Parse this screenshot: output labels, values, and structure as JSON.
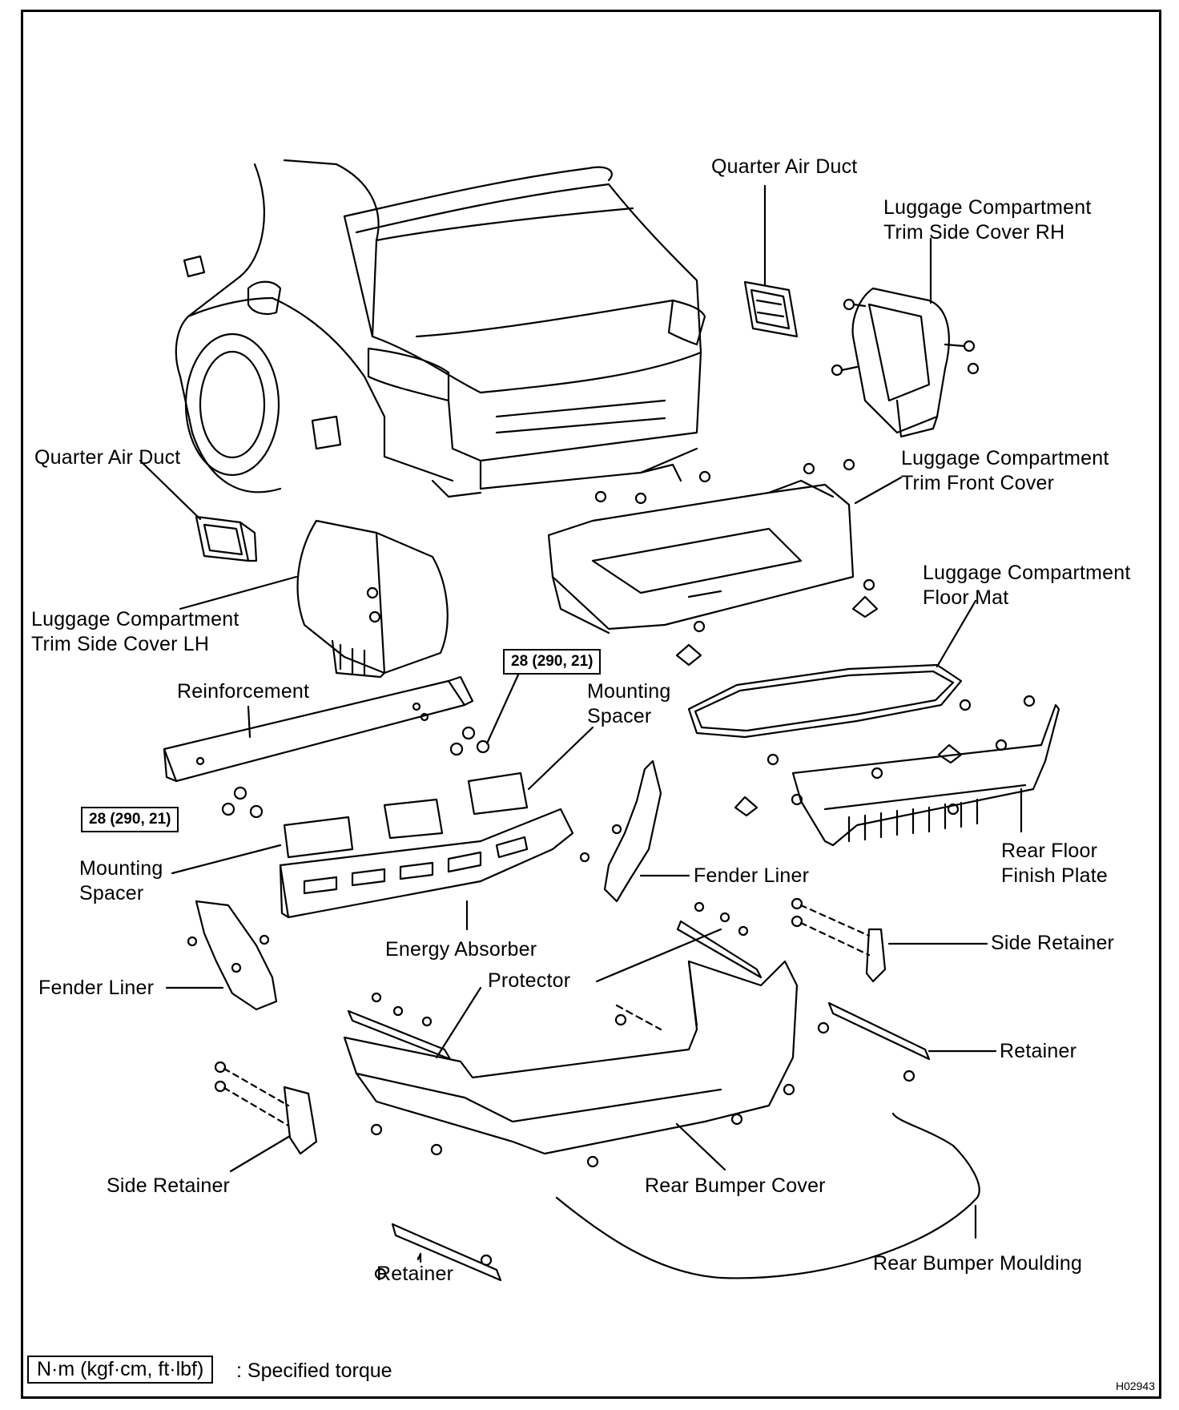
{
  "labels": {
    "quarter_air_duct_rh": "Quarter Air Duct",
    "trim_side_cover_rh": "Luggage Compartment\nTrim Side Cover RH",
    "quarter_air_duct_lh": "Quarter Air Duct",
    "trim_front_cover": "Luggage Compartment\nTrim Front Cover",
    "floor_mat": "Luggage Compartment\nFloor Mat",
    "trim_side_cover_lh": "Luggage Compartment\nTrim Side Cover LH",
    "reinforcement": "Reinforcement",
    "mounting_spacer_right": "Mounting\nSpacer",
    "mounting_spacer_left": "Mounting\nSpacer",
    "rear_floor_finish_plate": "Rear Floor\nFinish Plate",
    "fender_liner_right": "Fender Liner",
    "fender_liner_left": "Fender Liner",
    "energy_absorber": "Energy Absorber",
    "side_retainer_right": "Side Retainer",
    "side_retainer_left": "Side Retainer",
    "protector": "Protector",
    "retainer_right": "Retainer",
    "retainer_bottom": "Retainer",
    "rear_bumper_cover": "Rear Bumper Cover",
    "rear_bumper_moulding": "Rear Bumper Moulding"
  },
  "torque": {
    "upper": "28 (290, 21)",
    "left": "28 (290, 21)"
  },
  "legend": {
    "units": "N·m (kgf·cm, ft·lbf)",
    "meaning": ": Specified torque"
  },
  "figure_code": "H02943"
}
